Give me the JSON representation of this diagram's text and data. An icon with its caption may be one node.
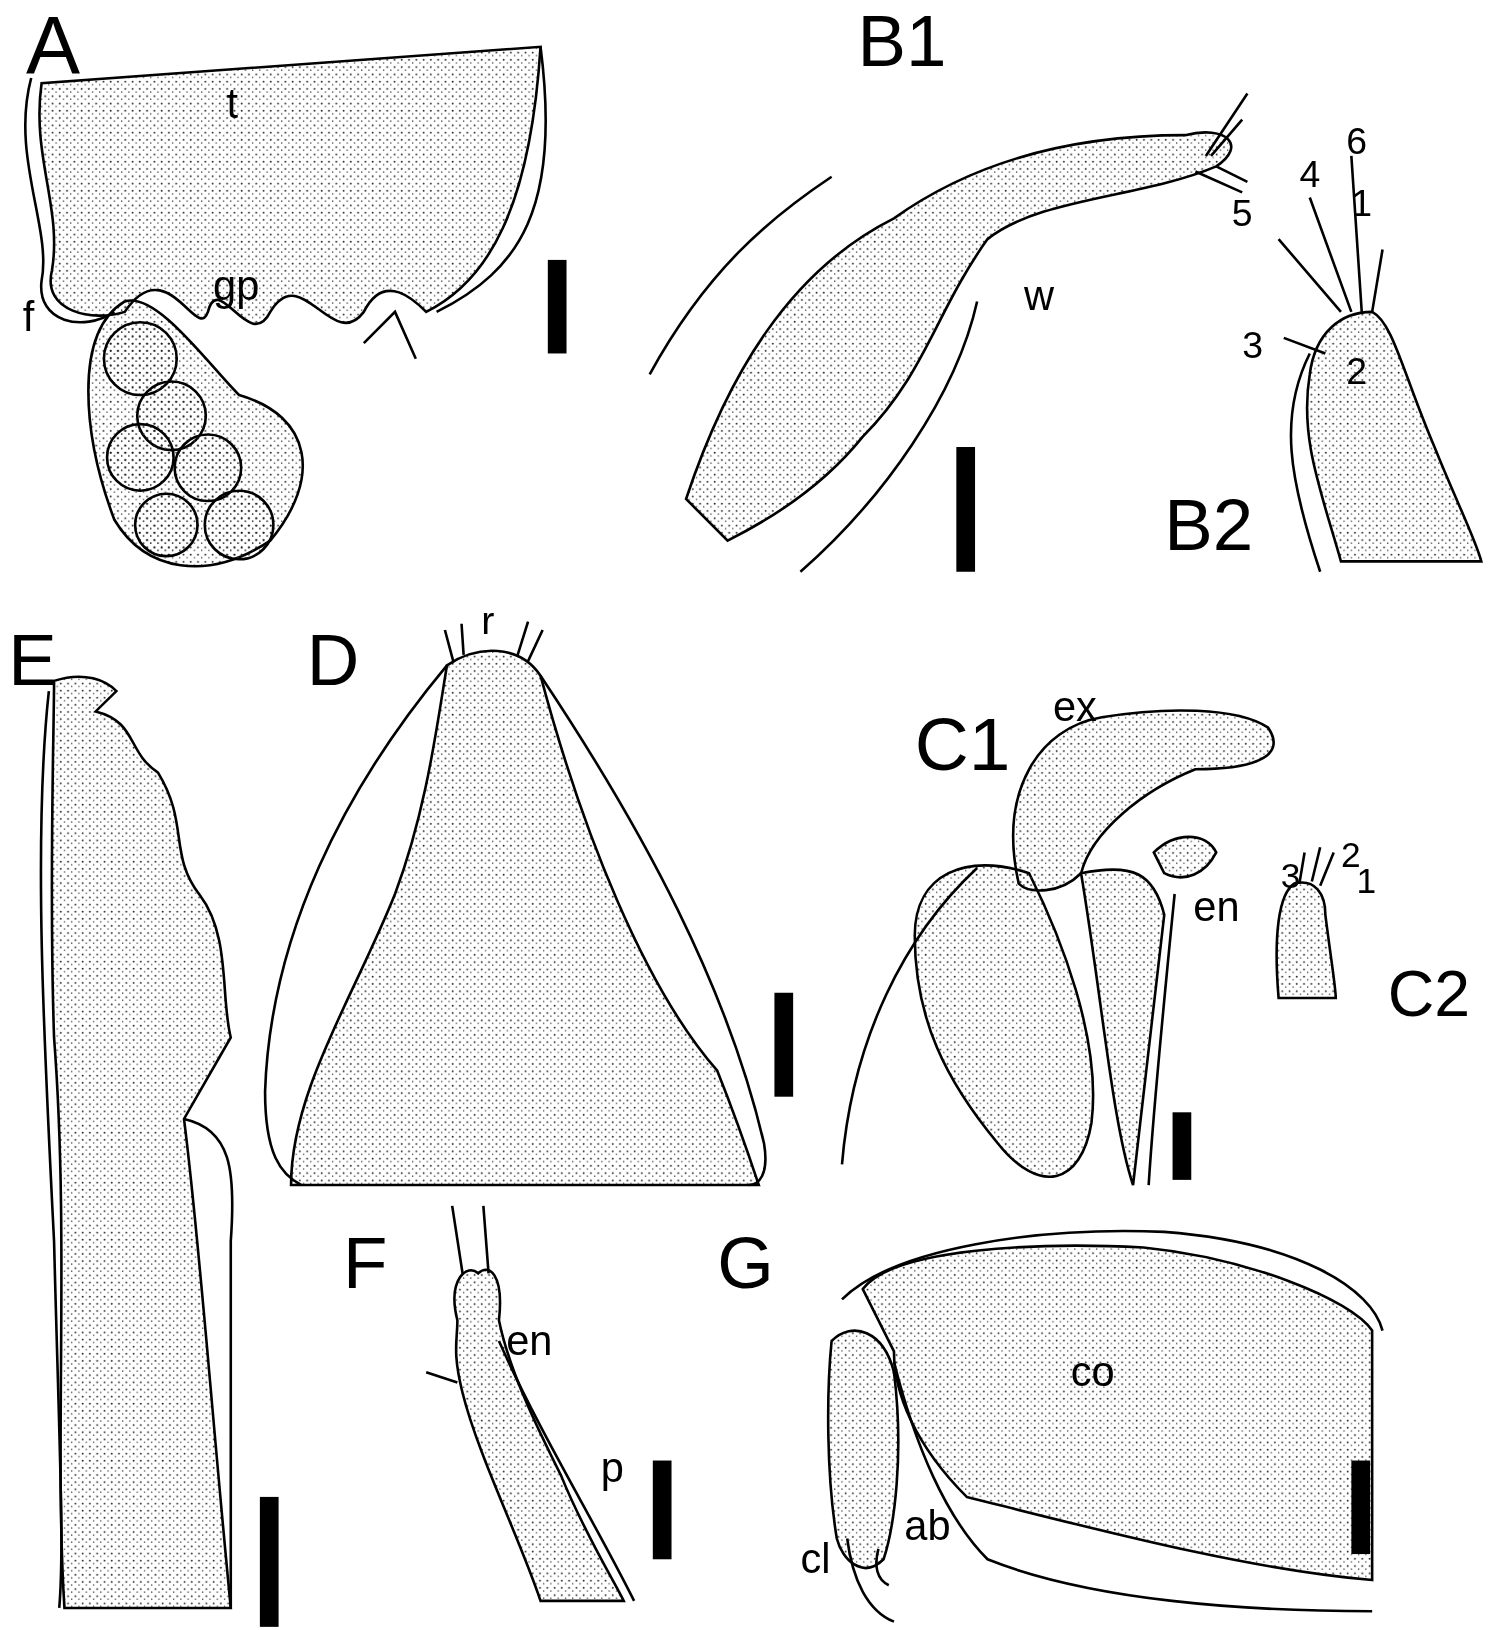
{
  "diagram": {
    "labels": [
      "A",
      "t",
      "B1",
      "6",
      "4",
      "5",
      "1",
      "f",
      "gp",
      "w",
      "3",
      "2",
      "B2",
      "E",
      "D",
      "r",
      "C1",
      "ex",
      "en",
      "2",
      "3",
      "1",
      "C2",
      "F",
      "G",
      "en",
      "p",
      "co",
      "cl",
      "ab"
    ]
  }
}
